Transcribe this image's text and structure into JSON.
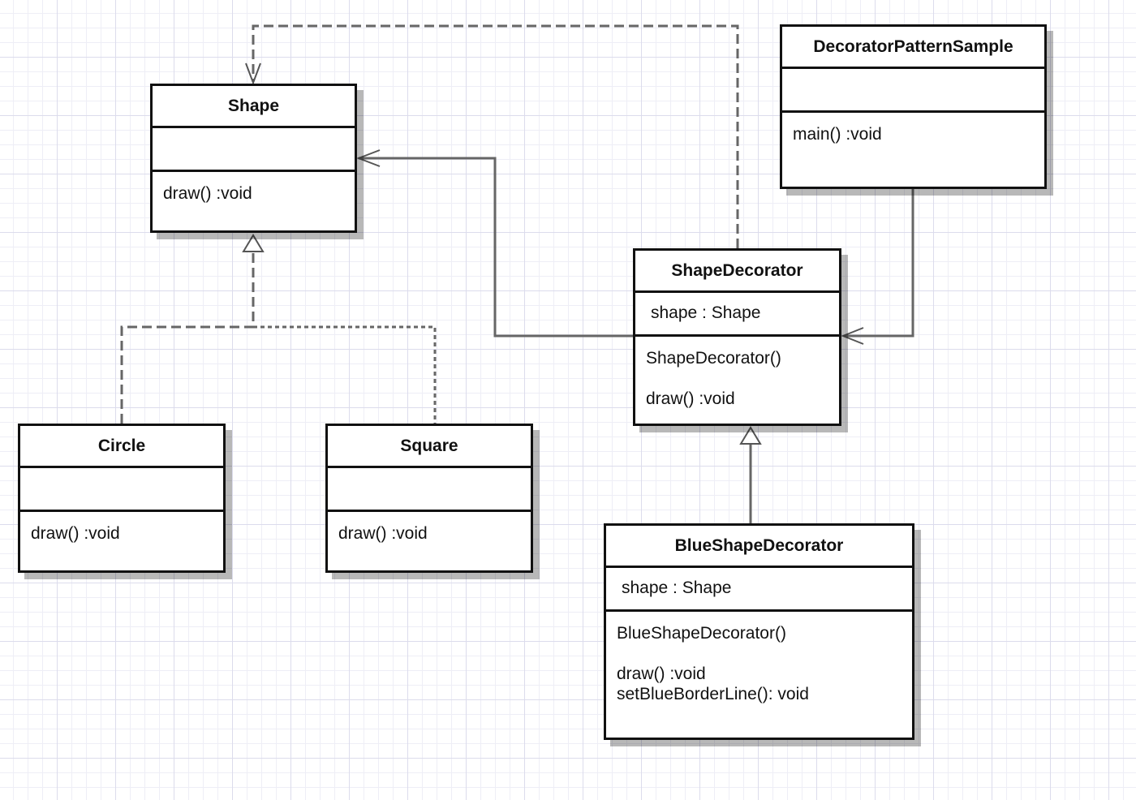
{
  "diagram": {
    "classes": {
      "shape": {
        "name": "Shape",
        "attributes": [],
        "operations": [
          "draw() :void"
        ]
      },
      "circle": {
        "name": "Circle",
        "attributes": [],
        "operations": [
          "draw() :void"
        ]
      },
      "square": {
        "name": "Square",
        "attributes": [],
        "operations": [
          "draw() :void"
        ]
      },
      "shape_decorator": {
        "name": "ShapeDecorator",
        "attributes": [
          "shape : Shape"
        ],
        "operations": [
          "ShapeDecorator()",
          "draw() :void"
        ]
      },
      "blue_shape_decorator": {
        "name": "BlueShapeDecorator",
        "attributes": [
          "shape : Shape"
        ],
        "operations": [
          "BlueShapeDecorator()",
          "draw() :void",
          "setBlueBorderLine(): void"
        ]
      },
      "decorator_pattern_sample": {
        "name": "DecoratorPatternSample",
        "attributes": [],
        "operations": [
          "main() :void"
        ]
      }
    },
    "relationships": [
      {
        "type": "realization",
        "from": "Circle",
        "to": "Shape"
      },
      {
        "type": "realization",
        "from": "Square",
        "to": "Shape"
      },
      {
        "type": "dependency",
        "from": "ShapeDecorator",
        "to": "Shape"
      },
      {
        "type": "association",
        "from": "ShapeDecorator",
        "to": "Shape"
      },
      {
        "type": "association",
        "from": "DecoratorPatternSample",
        "to": "ShapeDecorator"
      },
      {
        "type": "generalization",
        "from": "BlueShapeDecorator",
        "to": "ShapeDecorator"
      }
    ],
    "colors": {
      "grid_major": "#dcdcec",
      "grid_minor": "#eeeef6",
      "box_border": "#111111",
      "connector": "#666666"
    }
  }
}
